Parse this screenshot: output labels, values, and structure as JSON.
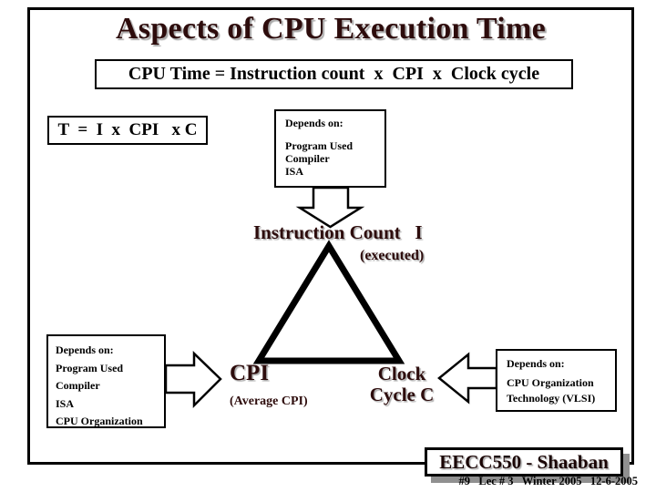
{
  "slide": {
    "title": "Aspects of CPU Execution Time",
    "formula": "CPU Time = Instruction count  x  CPI  x  Clock cycle",
    "t_formula": "T  =  I  x  CPI   x C",
    "top_callout": {
      "heading": "Depends on:",
      "items": [
        "Program Used",
        "Compiler",
        "ISA"
      ]
    },
    "instruction_count": "Instruction Count   I",
    "executed": "(executed)",
    "left_callout": {
      "heading": "Depends on:",
      "items": [
        "Program Used",
        "Compiler",
        "ISA",
        "CPU Organization"
      ]
    },
    "cpi": {
      "main": "CPI",
      "sub_line1": "(Average",
      "sub_line2": "CPI)"
    },
    "clock": {
      "line1": "Clock",
      "line2": "Cycle",
      "line3": "C"
    },
    "right_callout": {
      "heading": "Depends on:",
      "items": [
        "CPU Organization",
        "Technology (VLSI)"
      ]
    },
    "footer": {
      "course": "EECC550 - Shaaban",
      "meta": "#9   Lec # 3   Winter 2005   12-6-2005"
    }
  },
  "colors": {
    "heading": "#2d0c0c",
    "body_text": "#000000",
    "frame": "#000000",
    "text_shadow": "#a8a8a8",
    "footer_shadow": "#909090",
    "background": "#ffffff"
  }
}
